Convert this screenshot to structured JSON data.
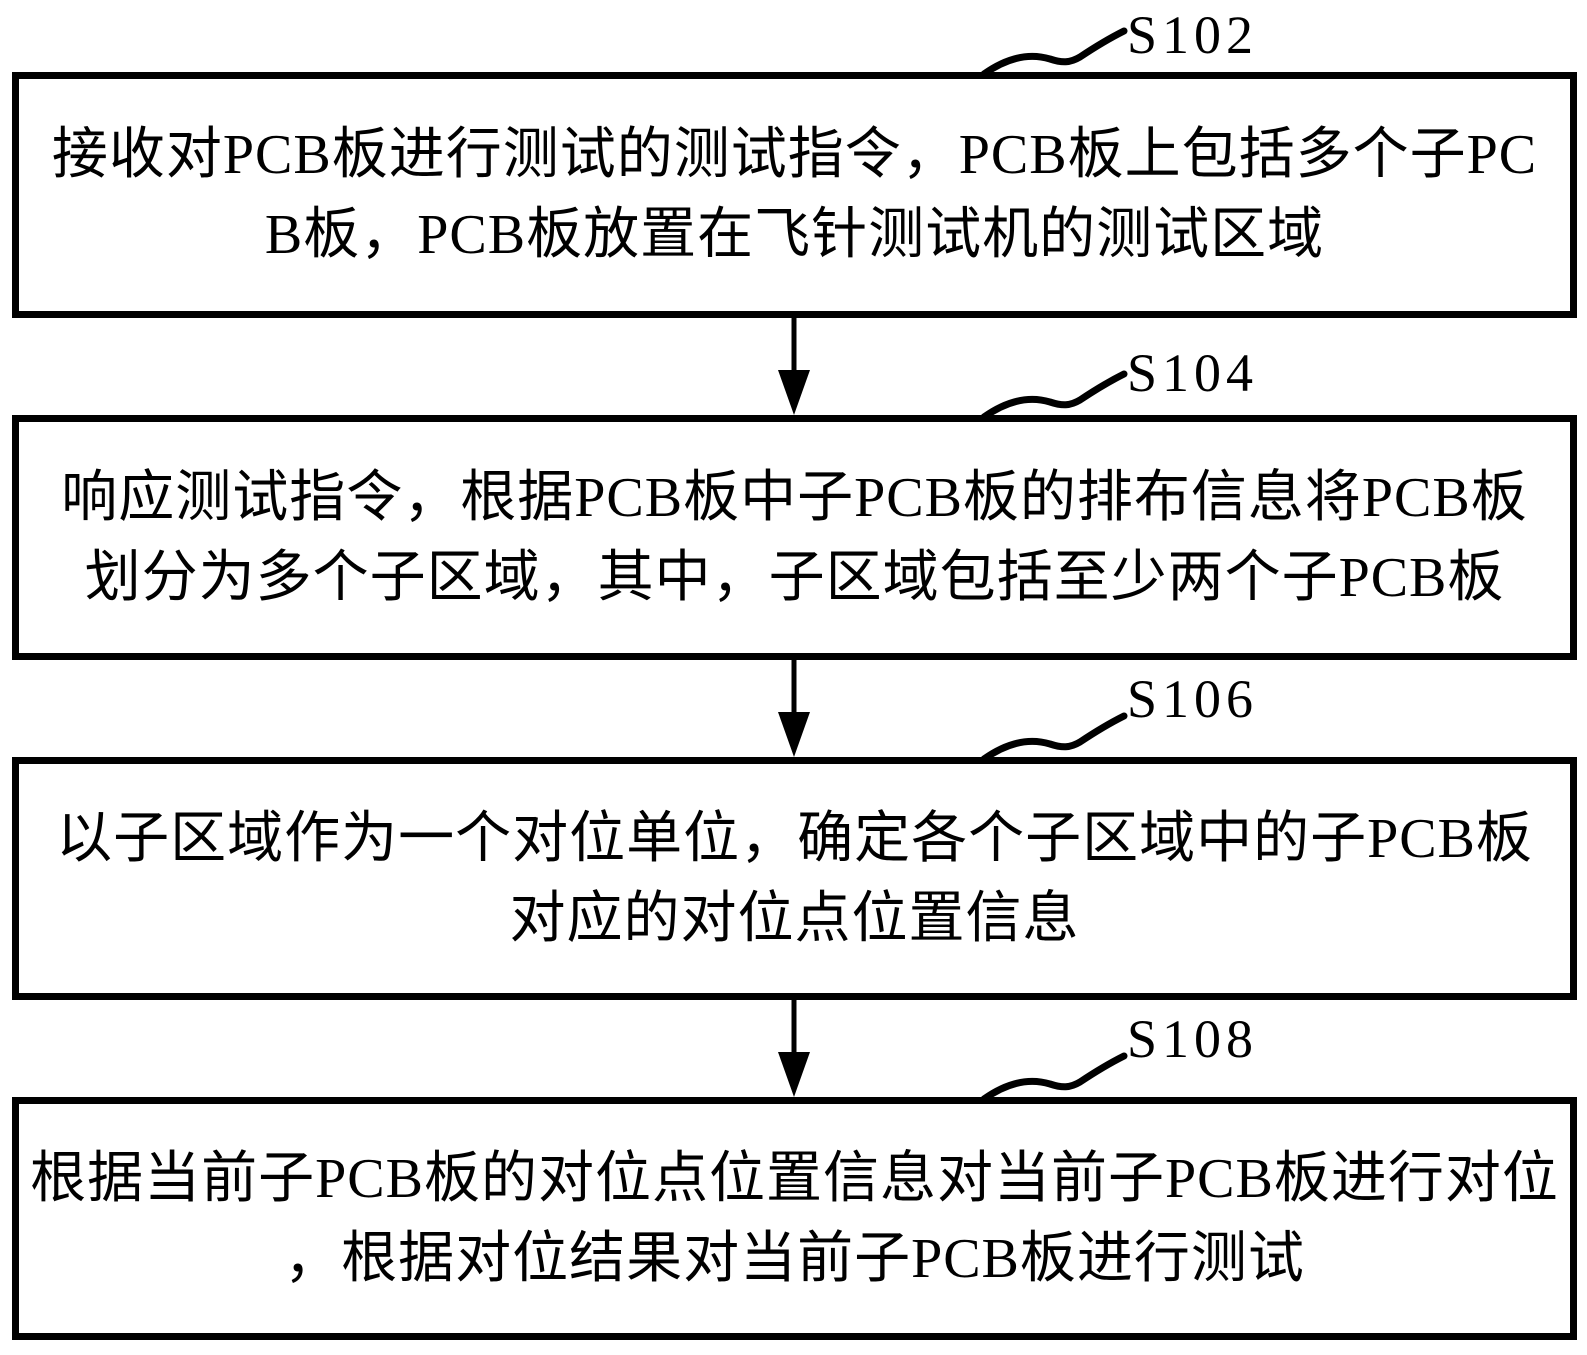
{
  "figure": {
    "background_color": "#ffffff",
    "line_color": "#000000",
    "type": "flowchart",
    "steps": [
      {
        "step_label": "S102",
        "line1": "接收对PCB板进行测试的测试指令，PCB板上包括多个子PC",
        "line2": "B板，PCB板放置在飞针测试机的测试区域"
      },
      {
        "step_label": "S104",
        "line1": "响应测试指令，根据PCB板中子PCB板的排布信息将PCB板",
        "line2": "划分为多个子区域，其中，子区域包括至少两个子PCB板"
      },
      {
        "step_label": "S106",
        "line1": "以子区域作为一个对位单位，确定各个子区域中的子PCB板",
        "line2": "对应的对位点位置信息"
      },
      {
        "step_label": "S108",
        "line1": "根据当前子PCB板的对位点位置信息对当前子PCB板进行对位",
        "line2": "，根据对位结果对当前子PCB板进行测试"
      }
    ]
  }
}
